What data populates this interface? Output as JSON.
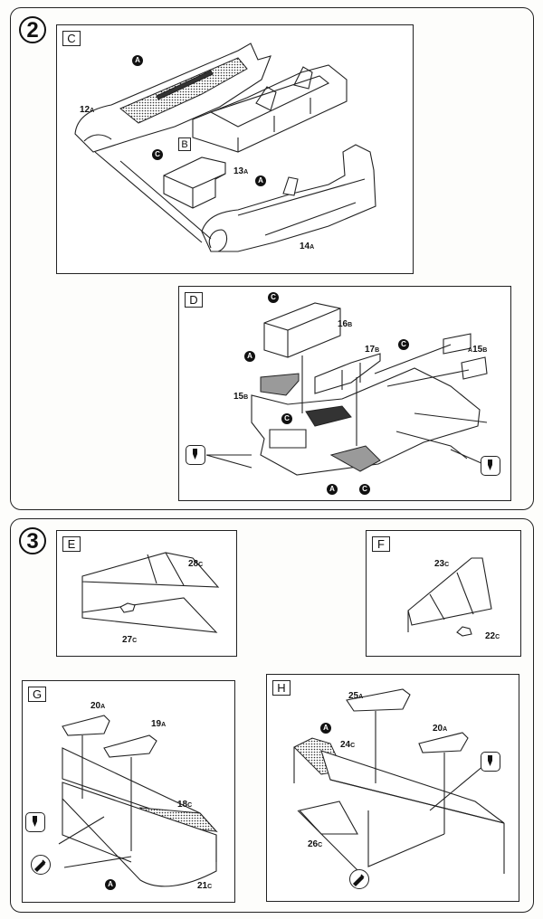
{
  "steps": [
    {
      "number": "2"
    },
    {
      "number": "3"
    }
  ],
  "panels": {
    "C": {
      "label": "C",
      "sub_label": "B"
    },
    "D": {
      "label": "D"
    },
    "E": {
      "label": "E"
    },
    "F": {
      "label": "F"
    },
    "G": {
      "label": "G"
    },
    "H": {
      "label": "H"
    }
  },
  "parts": {
    "p12a": {
      "num": "12",
      "sub": "A"
    },
    "p13a": {
      "num": "13",
      "sub": "A"
    },
    "p14a": {
      "num": "14",
      "sub": "A"
    },
    "p16b": {
      "num": "16",
      "sub": "B"
    },
    "p17b": {
      "num": "17",
      "sub": "B"
    },
    "p15b_right": {
      "num": "15",
      "sub": "B",
      "prefix": "A"
    },
    "p15b_left": {
      "num": "15",
      "sub": "B"
    },
    "p28c": {
      "num": "28",
      "sub": "C"
    },
    "p27c": {
      "num": "27",
      "sub": "C"
    },
    "p23c": {
      "num": "23",
      "sub": "C"
    },
    "p22c": {
      "num": "22",
      "sub": "C"
    },
    "p20a_g": {
      "num": "20",
      "sub": "A"
    },
    "p19a": {
      "num": "19",
      "sub": "A"
    },
    "p18c": {
      "num": "18",
      "sub": "C"
    },
    "p21c": {
      "num": "21",
      "sub": "C"
    },
    "p25a": {
      "num": "25",
      "sub": "A"
    },
    "p24c": {
      "num": "24",
      "sub": "C"
    },
    "p20a_h": {
      "num": "20",
      "sub": "A"
    },
    "p26c": {
      "num": "26",
      "sub": "C"
    }
  },
  "markers": {
    "a": "A",
    "c": "C"
  },
  "icons": {
    "drill": "drill-icon",
    "glue": "glue-icon"
  },
  "colors": {
    "line": "#222222",
    "grey_fill": "#9a9a9a",
    "paper": "#fdfdfb"
  }
}
